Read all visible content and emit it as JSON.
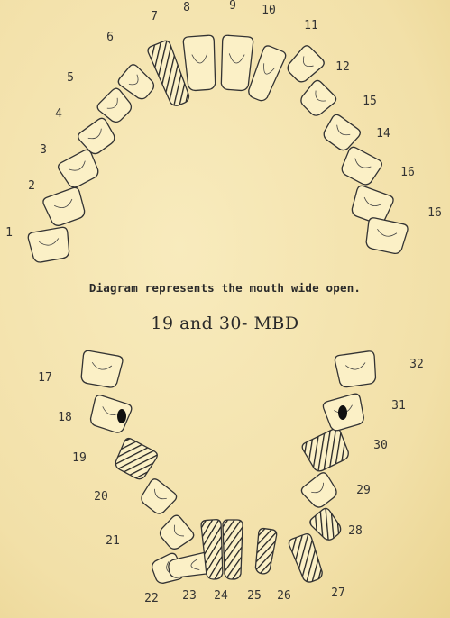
{
  "caption": "Diagram represents the mouth wide open.",
  "subtitle": "19 and 30- MBD",
  "upper_teeth": [
    {
      "label": "1",
      "shaded": false
    },
    {
      "label": "2",
      "shaded": false
    },
    {
      "label": "3",
      "shaded": false
    },
    {
      "label": "4",
      "shaded": false
    },
    {
      "label": "5",
      "shaded": false
    },
    {
      "label": "6",
      "shaded": false
    },
    {
      "label": "7",
      "shaded": true
    },
    {
      "label": "8",
      "shaded": false
    },
    {
      "label": "9",
      "shaded": false
    },
    {
      "label": "10",
      "shaded": false
    },
    {
      "label": "11",
      "shaded": false
    },
    {
      "label": "12",
      "shaded": false
    },
    {
      "label": "15",
      "shaded": false
    },
    {
      "label": "14",
      "shaded": false
    },
    {
      "label": "16",
      "shaded": false
    },
    {
      "label": "16",
      "shaded": false
    }
  ],
  "lower_teeth": [
    {
      "label": "17",
      "shaded": false
    },
    {
      "label": "18",
      "shaded": false
    },
    {
      "label": "19",
      "shaded": true
    },
    {
      "label": "20",
      "shaded": false
    },
    {
      "label": "21",
      "shaded": false
    },
    {
      "label": "22",
      "shaded": false
    },
    {
      "label": "23",
      "shaded": false
    },
    {
      "label": "24",
      "shaded": true
    },
    {
      "label": "25",
      "shaded": true
    },
    {
      "label": "26",
      "shaded": true
    },
    {
      "label": "27",
      "shaded": true
    },
    {
      "label": "28",
      "shaded": true
    },
    {
      "label": "29",
      "shaded": false
    },
    {
      "label": "30",
      "shaded": true
    },
    {
      "label": "31",
      "shaded": false
    },
    {
      "label": "32",
      "shaded": false
    }
  ]
}
